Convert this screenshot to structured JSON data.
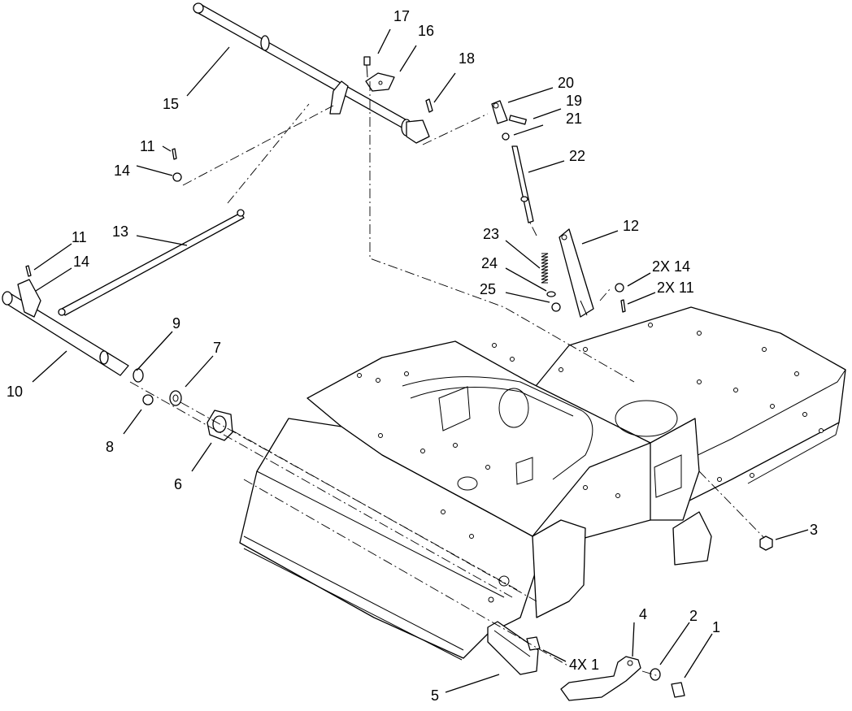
{
  "diagram": {
    "callouts": {
      "c1": "1",
      "c2": "2",
      "c3": "3",
      "c4": "4",
      "c4x1": "4X 1",
      "c5": "5",
      "c6": "6",
      "c7": "7",
      "c8": "8",
      "c9": "9",
      "c10": "10",
      "c11a": "11",
      "c11b": "11",
      "c12": "12",
      "c13": "13",
      "c14a": "14",
      "c14b": "14",
      "c15": "15",
      "c16": "16",
      "c17": "17",
      "c18": "18",
      "c19": "19",
      "c20": "20",
      "c21": "21",
      "c22": "22",
      "c23": "23",
      "c24": "24",
      "c25": "25",
      "c2x14": "2X 14",
      "c2x11": "2X 11"
    }
  }
}
